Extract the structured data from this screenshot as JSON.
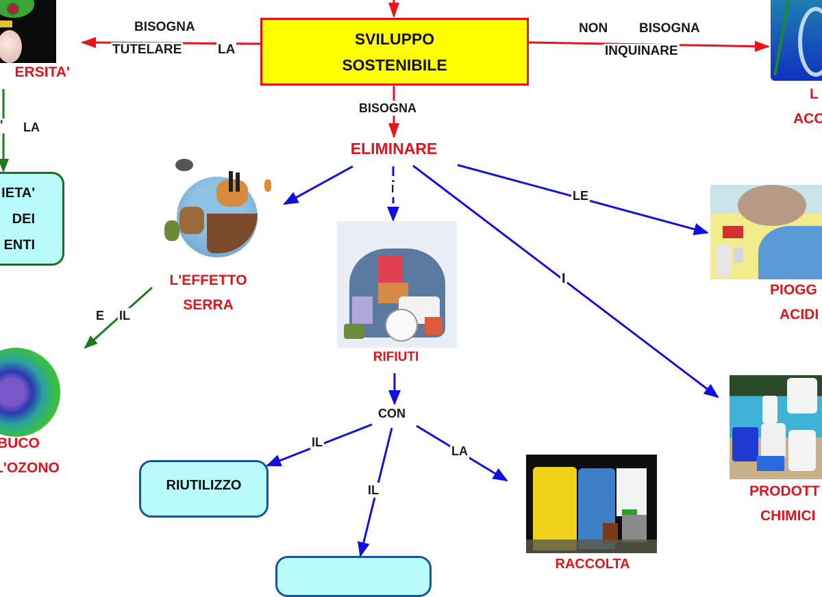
{
  "title": "Sviluppo sostenibile - mappa concettuale",
  "colors": {
    "main_box_fill": "#ffff00",
    "main_box_border": "#e0141c",
    "red_link": "#e8121c",
    "blue_link": "#1010e0",
    "green_link": "#1c7a1c",
    "concept_text": "#e0141c",
    "link_text": "#1a1a1a",
    "rounded_box_fill": "#b9fbfb"
  },
  "central_node": {
    "line1": "SVILUPPO",
    "line2": "SOSTENIBILE"
  },
  "links": {
    "left_top": "BISOGNA",
    "left_bottom_a": "TUTELARE",
    "left_bottom_b": "LA",
    "right_a": "NON",
    "right_b": "BISOGNA",
    "right_c": "INQUINARE",
    "down": "BISOGNA",
    "biodiv_down_a": "'",
    "biodiv_down_b": "LA",
    "elim_rifiuti": "I",
    "elim_piogge": "LE",
    "elim_prodotti": "I",
    "serra_ozono_a": "E",
    "serra_ozono_b": "IL",
    "rifiuti_con": "CON",
    "con_riutilizzo": "IL",
    "con_bottom": "IL",
    "con_raccolta": "LA"
  },
  "concepts": {
    "biodiversita": "ERSITA'",
    "acque": {
      "line1": "L",
      "line2": "ACC"
    },
    "eliminare": "ELIMINARE",
    "effetto_serra": {
      "line1": "L'EFFETTO",
      "line2": "SERRA"
    },
    "rifiuti": "RIFIUTI",
    "piogge_acide": {
      "line1": "PIOGG",
      "line2": "ACIDI"
    },
    "buco_ozono": {
      "line1": "BUCO",
      "line2": "L'OZONO"
    },
    "prodotti_chimici": {
      "line1": "PRODOTT",
      "line2": "CHIMICI"
    },
    "raccolta": "RACCOLTA"
  },
  "boxes": {
    "varieta": {
      "line1": "IETA'",
      "line2": "DEI",
      "line3": "ENTI"
    },
    "riutilizzo": "RIUTILIZZO",
    "bottom": ""
  },
  "images": {
    "frog": "frog-photo",
    "seahorse": "seahorse-illustration",
    "earth_pollution": "polluted-earth-illustration",
    "garbage": "garbage-pile-illustration",
    "acid_rain": "acid-rain-diagram",
    "ozone": "ozone-hole-globe",
    "chemicals": "chemical-products-photo",
    "bins": "recycling-bins-photo"
  }
}
